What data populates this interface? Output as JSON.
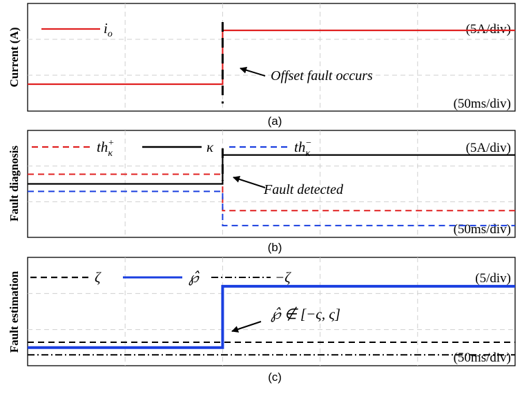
{
  "chart_data": [
    {
      "panel": "(a)",
      "type": "line",
      "ylabel": "Current (A)",
      "yscale": "(5A/div)",
      "xscale": "(50ms/div)",
      "annotation": "Offset fault occurs",
      "legend_placement": "top-left",
      "grid": true,
      "series": [
        {
          "name": "i_o",
          "legend_label": "i",
          "legend_sub": "o",
          "color": "#e02020",
          "style": "solid",
          "x": [
            0,
            1.4,
            1.4,
            3.5
          ],
          "y": [
            -5,
            -5,
            5,
            5
          ]
        }
      ],
      "xlim": [
        0,
        3.5
      ],
      "ylim": [
        -10,
        10
      ],
      "event_x": 1.4
    },
    {
      "panel": "(b)",
      "type": "line",
      "ylabel": "Fault diagnosis",
      "yscale": "(5A/div)",
      "xscale": "(50ms/div)",
      "annotation": "Fault detected",
      "legend_placement": "top",
      "grid": true,
      "series": [
        {
          "name": "th_κ^+",
          "legend_label": "th",
          "legend_sub": "κ",
          "legend_sup": "+",
          "color": "#e02020",
          "style": "dashed",
          "x": [
            0,
            1.4,
            1.4,
            3.5
          ],
          "y": [
            0.9,
            0.9,
            -2.5,
            -2.5
          ]
        },
        {
          "name": "κ",
          "legend_label": "κ",
          "color": "#000000",
          "style": "solid",
          "x": [
            0,
            1.4,
            1.4,
            3.5
          ],
          "y": [
            0,
            0,
            2.7,
            2.7
          ]
        },
        {
          "name": "th_κ^-",
          "legend_label": "th",
          "legend_sub": "κ",
          "legend_sup": "−",
          "color": "#1a3fe0",
          "style": "dashed",
          "x": [
            0,
            1.4,
            1.4,
            3.5
          ],
          "y": [
            -0.7,
            -0.7,
            -3.9,
            -3.9
          ]
        }
      ],
      "xlim": [
        0,
        3.5
      ],
      "ylim": [
        -5,
        5
      ],
      "event_x": 1.4
    },
    {
      "panel": "(c)",
      "type": "line",
      "ylabel": "Fault estimation",
      "yscale": "(5/div)",
      "xscale": "(50ms/div)",
      "annotation": "℘̂ ∉ [−ς, ς]",
      "legend_placement": "top",
      "grid": true,
      "series": [
        {
          "name": "ζ",
          "legend_label": "ζ",
          "color": "#000000",
          "style": "dashed",
          "x": [
            0,
            3.5
          ],
          "y": [
            -3.4,
            -3.4
          ]
        },
        {
          "name": "℘̂",
          "legend_label": "℘̂",
          "color": "#1a3fe0",
          "style": "solid",
          "x": [
            0,
            1.4,
            1.4,
            3.5
          ],
          "y": [
            -4,
            -4,
            2.8,
            2.8
          ]
        },
        {
          "name": "−ζ",
          "legend_label": "−ζ",
          "color": "#000000",
          "style": "dashdot",
          "x": [
            0,
            3.5
          ],
          "y": [
            -4.8,
            -4.8
          ]
        }
      ],
      "xlim": [
        0,
        3.5
      ],
      "ylim": [
        -6,
        6
      ],
      "event_x": 1.4
    }
  ],
  "captions": [
    "(a)",
    "(b)",
    "(c)"
  ],
  "annotation_c": {
    "lhs": "℘̂",
    "rel": "∉",
    "interval": "[−ς, ς]"
  }
}
